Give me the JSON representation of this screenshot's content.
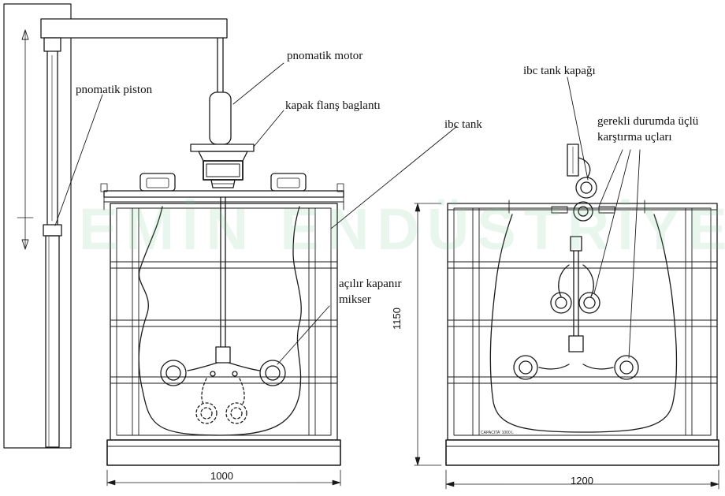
{
  "labels": {
    "motor": "pnomatik motor",
    "piston": "pnomatik piston",
    "flange": "kapak flanş baglantı",
    "tank": "ibc tank",
    "mixer_line1": "açılır kapanır",
    "mixer_line2": "mikser",
    "lid": "ibc tank kapağı",
    "tips_line1": "gerekli durumda üçlü",
    "tips_line2": "karştırma uçları"
  },
  "dimensions": {
    "width_front": "1000",
    "width_side": "1200",
    "height": "1150"
  },
  "capacity_text": "CAPACITA' 1000 L",
  "watermark": "EMİN ENDÜSTRİYEL",
  "colors": {
    "line": "#1a1a1a",
    "watermark": "#70c490"
  }
}
